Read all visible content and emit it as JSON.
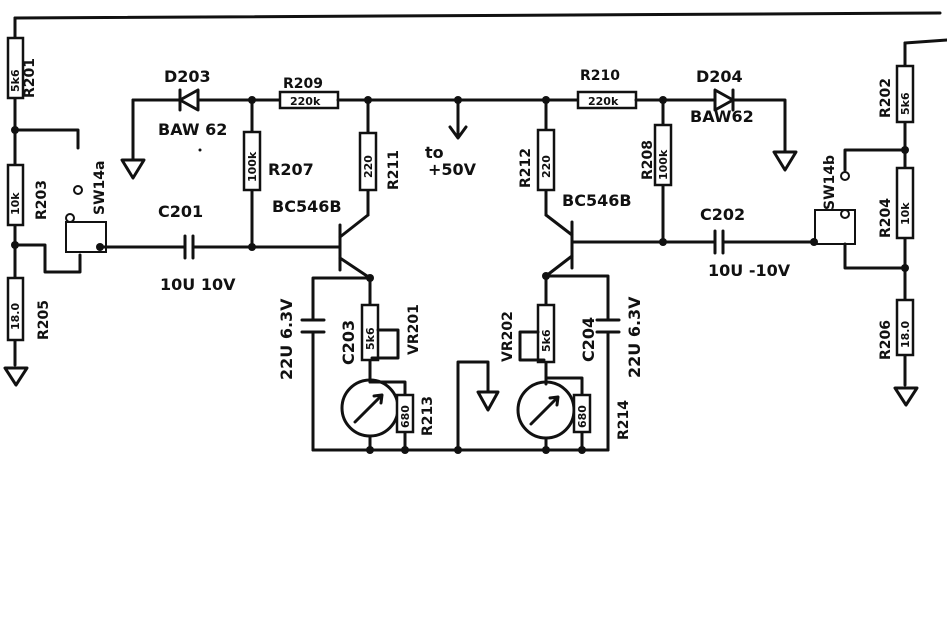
{
  "labels": {
    "r201": "R201",
    "r201_val": "5k6",
    "r203": "R203",
    "r203_val": "10k",
    "r205": "R205",
    "r205_val": "18.0",
    "sw14a": "SW14a",
    "d203": "D203",
    "baw62_left": "BAW 62",
    "r209": "R209",
    "r209_val": "220k",
    "r207": "R207",
    "r207_val": "100k",
    "r211": "R211",
    "r211_val": "220",
    "bc546b_left": "BC546B",
    "c201": "C201",
    "c201_val": "10U 10V",
    "to_50v_a": "to",
    "to_50v_b": "+50V",
    "c203": "C203",
    "c203_val": "22U 6.3V",
    "vr201": "VR201",
    "vr201_val": "5k6",
    "r213": "R213",
    "r213_val": "680",
    "r210": "R210",
    "r210_val": "220k",
    "d204": "D204",
    "baw62_right": "BAW62",
    "r212": "R212",
    "r212_val": "220",
    "r208": "R208",
    "r208_val": "100k",
    "bc546b_right": "BC546B",
    "c202": "C202",
    "c202_val": "10U -10V",
    "vr202": "VR202",
    "vr202_val": "5k6",
    "c204": "C204",
    "c204_val": "22U 6.3V",
    "r214": "R214",
    "r214_val": "680",
    "r202": "R202",
    "r202_val": "5k6",
    "r204": "R204",
    "r204_val": "10k",
    "r206": "R206",
    "r206_val": "18.0",
    "sw14b": "SW14b"
  }
}
